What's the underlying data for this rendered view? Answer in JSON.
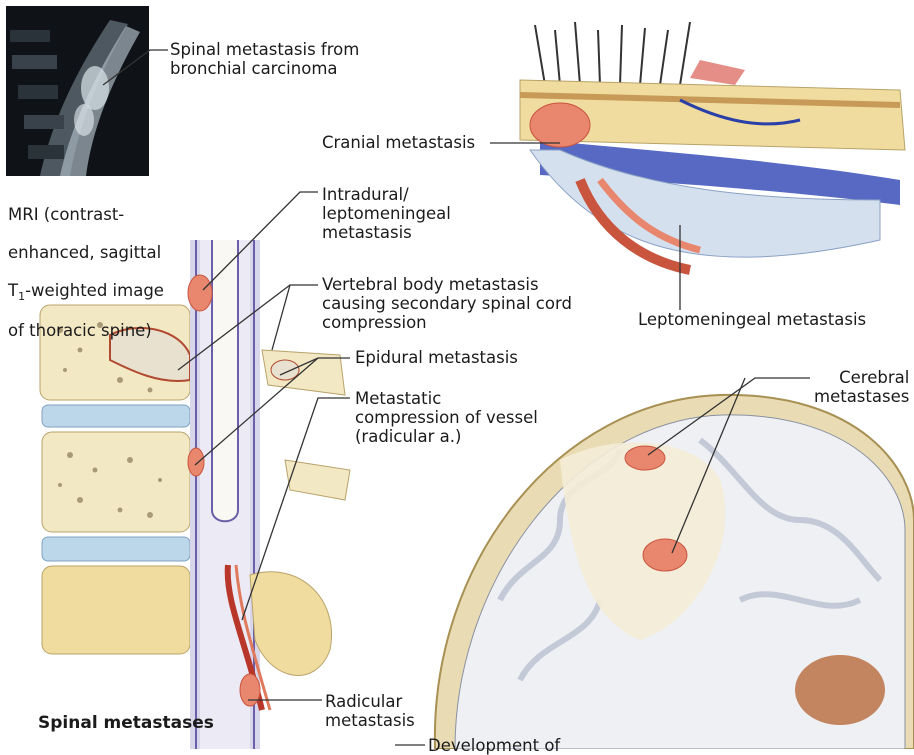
{
  "colors": {
    "leader": "#333333",
    "bone": "#f3e8c4",
    "bone_dark": "#d8c48a",
    "disc": "#bcd6ea",
    "metastasis": "#e8866e",
    "metastasis_dark": "#c9553f",
    "dura_blue": "#3a4fb8",
    "brain": "#eef0f4",
    "brain_gyri": "#c9cfd9",
    "skull": "#e9dcb4",
    "mri_bg": "#101418"
  },
  "icons": {
    "mri": "mri-spine-image",
    "spine": "spine-section-illustration",
    "cranial": "cranial-meninges-illustration",
    "brain": "brain-section-illustration"
  },
  "labels": {
    "mri_caption_line1": "MRI (contrast-",
    "mri_caption_line2": "enhanced, sagittal",
    "mri_caption_line3_prefix": "T",
    "mri_caption_line3_sub": "1",
    "mri_caption_line3_suffix": "-weighted image",
    "mri_caption_line4": "of thoracic spine)",
    "spinal_from_bronchial": "Spinal metastasis from\nbronchial carcinoma",
    "cranial": "Cranial metastasis",
    "intradural": "Intradural/\nleptomeningeal\nmetastasis",
    "vertebral_body": "Vertebral body metastasis\ncausing secondary spinal cord\ncompression",
    "leptomeningeal": "Leptomeningeal metastasis",
    "epidural": "Epidural metastasis",
    "metastatic_compression": "Metastatic\ncompression of vessel\n(radicular a.)",
    "cerebral": "Cerebral\nmetastases",
    "radicular": "Radicular\nmetastasis",
    "spinal_title": "Spinal metastases",
    "development": "Development of"
  }
}
